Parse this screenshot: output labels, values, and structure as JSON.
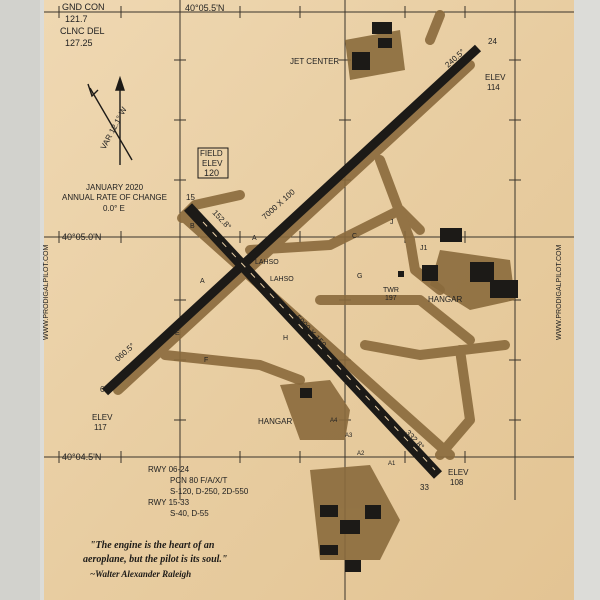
{
  "colors": {
    "wall": "#e7e6e1",
    "wood": "#e9cfa6",
    "engraving": "#1c1a17",
    "burn": "#8a6a3c"
  },
  "header": {
    "gnd_con_label": "GND CON",
    "gnd_con_freq": "121.7",
    "clnc_del_label": "CLNC DEL",
    "clnc_del_freq": "127.25"
  },
  "latitudes": {
    "top": "40°05.5'N",
    "middle": "40°05.0'N",
    "bottom": "40°04.5'N"
  },
  "magnetic": {
    "var": "VAR 12.1° W",
    "date": "JANUARY 2020",
    "rate_label": "ANNUAL RATE OF CHANGE",
    "rate_value": "0.0° E"
  },
  "field": {
    "label_1": "FIELD",
    "label_2": "ELEV",
    "value": "120"
  },
  "labels": {
    "jet_center": "JET CENTER",
    "lahso_1": "LAHSO",
    "lahso_2": "LAHSO",
    "twr": "TWR",
    "twr_value": "197",
    "hangar_east": "HANGAR",
    "hangar_west": "HANGAR",
    "website": "WWW.PRODIGALPILOT.COM"
  },
  "runways": {
    "main_dims": "7000 X 100",
    "cross_dims": "5000 X 150",
    "hdg_240": "240.5°",
    "hdg_060": "060.5°",
    "hdg_152": "152.8°",
    "hdg_332": "332.8°",
    "num_24": "24",
    "num_6": "6",
    "num_15": "15",
    "num_33": "33"
  },
  "elevations": {
    "ne_label": "ELEV",
    "ne_value": "114",
    "sw_label": "ELEV",
    "sw_value": "117",
    "se_label": "ELEV",
    "se_value": "108"
  },
  "taxiways": [
    "A",
    "A",
    "B",
    "C",
    "G",
    "J",
    "H",
    "F",
    "E",
    "J1",
    "A1",
    "A2",
    "A3",
    "A4"
  ],
  "rwy_info": {
    "line1": "RWY 06-24",
    "line2": "PCN 80 F/A/X/T",
    "line3": "S-120, D-250, 2D-550",
    "line4": "RWY 15-33",
    "line5": "S-40, D-55"
  },
  "quote": {
    "line1": "\"The engine is the heart of an",
    "line2": "aeroplane, but the pilot is its soul.\"",
    "attribution": "~Walter Alexander Raleigh"
  }
}
